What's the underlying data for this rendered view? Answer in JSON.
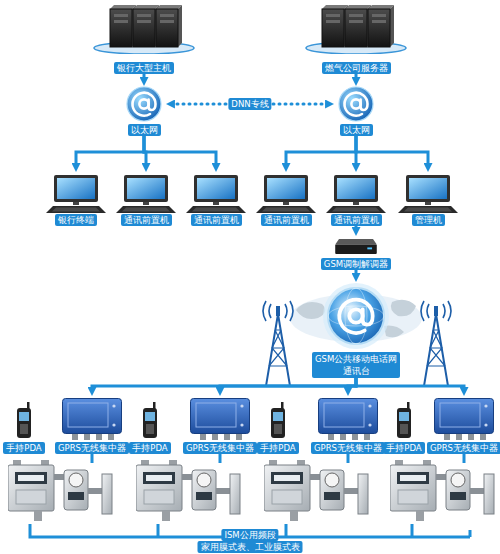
{
  "diagram": {
    "nodes": [
      {
        "text": [
          "银行大型主机"
        ]
      },
      {
        "text": [
          "燃气公司服务器"
        ]
      },
      {
        "text": [
          "以太网"
        ]
      },
      {
        "text": [
          "以太网"
        ]
      },
      {
        "text": [
          "银行终端"
        ]
      },
      {
        "text": [
          "通讯前置机"
        ]
      },
      {
        "text": [
          "通讯前置机"
        ]
      },
      {
        "text": [
          "通讯前置机"
        ]
      },
      {
        "text": [
          "通讯前置机"
        ]
      },
      {
        "text": [
          "管理机"
        ]
      },
      {
        "text": [
          "GSM调制解调器"
        ]
      },
      {
        "text": [
          "GSM公共移动电话网 通讯台"
        ]
      },
      {
        "text": [
          "手持PDA"
        ]
      },
      {
        "text": [
          "GPRS无线集中器"
        ]
      },
      {
        "text": [
          "手持PDA"
        ]
      },
      {
        "text": [
          "GPRS无线集中器"
        ]
      },
      {
        "text": [
          "手持PDA"
        ]
      },
      {
        "text": [
          "GPRS无线集中器"
        ]
      },
      {
        "text": [
          "手持PDA"
        ]
      },
      {
        "text": [
          "GPRS无线集中器"
        ]
      }
    ],
    "edges": [
      {
        "from": 0,
        "to": 2,
        "arrow": "to"
      },
      {
        "from": 1,
        "to": 3,
        "arrow": "to"
      },
      {
        "from": 2,
        "to": 3,
        "label": "DNN专线",
        "arrow": "both"
      },
      {
        "from": 2,
        "to": 4,
        "arrow": "to"
      },
      {
        "from": 2,
        "to": 5,
        "arrow": "to"
      },
      {
        "from": 2,
        "to": 6,
        "arrow": "to"
      },
      {
        "from": 3,
        "to": 7,
        "arrow": "to"
      },
      {
        "from": 3,
        "to": 8,
        "arrow": "to"
      },
      {
        "from": 3,
        "to": 9,
        "arrow": "to"
      },
      {
        "from": 8,
        "to": 10,
        "arrow": "to"
      },
      {
        "from": 10,
        "to": 11,
        "arrow": "to"
      },
      {
        "from": 11,
        "to": 13,
        "arrow": "to"
      },
      {
        "from": 11,
        "to": 15,
        "arrow": "to"
      },
      {
        "from": 11,
        "to": 17,
        "arrow": "to"
      },
      {
        "from": 11,
        "to": 19,
        "arrow": "to"
      }
    ],
    "labels": [
      "ISM公用频段",
      "家用膜式表、工业膜式表"
    ]
  }
}
